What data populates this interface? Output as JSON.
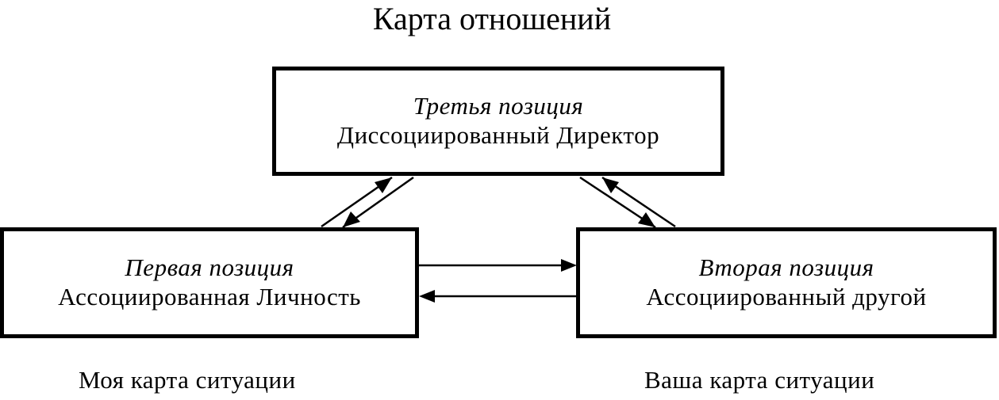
{
  "title": "Карта отношений",
  "positions": {
    "third": {
      "label": "Третья позиция",
      "description": "Диссоциированный Директор"
    },
    "first": {
      "label": "Первая позиция",
      "description": "Ассоциированная Личность"
    },
    "second": {
      "label": "Вторая позиция",
      "description": "Ассоциированный другой"
    }
  },
  "captions": {
    "my_map": "Моя карта ситуации",
    "your_map": "Ваша карта ситуации"
  },
  "colors": {
    "stroke": "#000000",
    "background": "#ffffff"
  }
}
